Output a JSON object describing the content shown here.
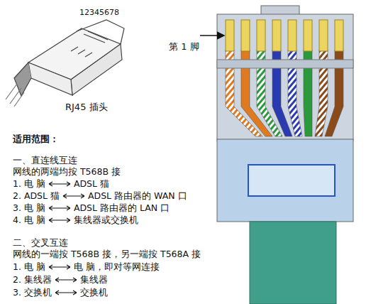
{
  "diagram": {
    "labels": [
      "12345678",
      "RJ45 插头",
      "第 1 脚",
      "适用范围：",
      "一、直连线互连",
      "网线的两端均按 T568B 接",
      "1. 电 脑",
      "ADSL 猫",
      "2. ADSL 猫",
      "ADSL 路由器的 WAN 口",
      "3. 电 脑",
      "ADSL 路由器的 LAN 口",
      "4. 电 脑",
      "集线器或交换机",
      "二、交叉互连",
      "网线的一端按 T568B 接，另一端按 T568A 接",
      "1. 电 脑",
      "电 脑，即对等网连接",
      "2. 集线器",
      "集线器",
      "3. 交换机",
      "交换机"
    ]
  }
}
